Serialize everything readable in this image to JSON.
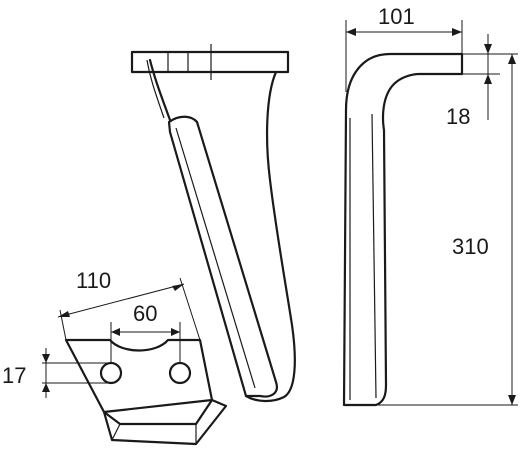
{
  "dimensions": {
    "width_top": "101",
    "blade_height": "310",
    "top_thickness": "18",
    "plate_width": "110",
    "hole_spacing": "60",
    "hole_diameter": "17"
  }
}
